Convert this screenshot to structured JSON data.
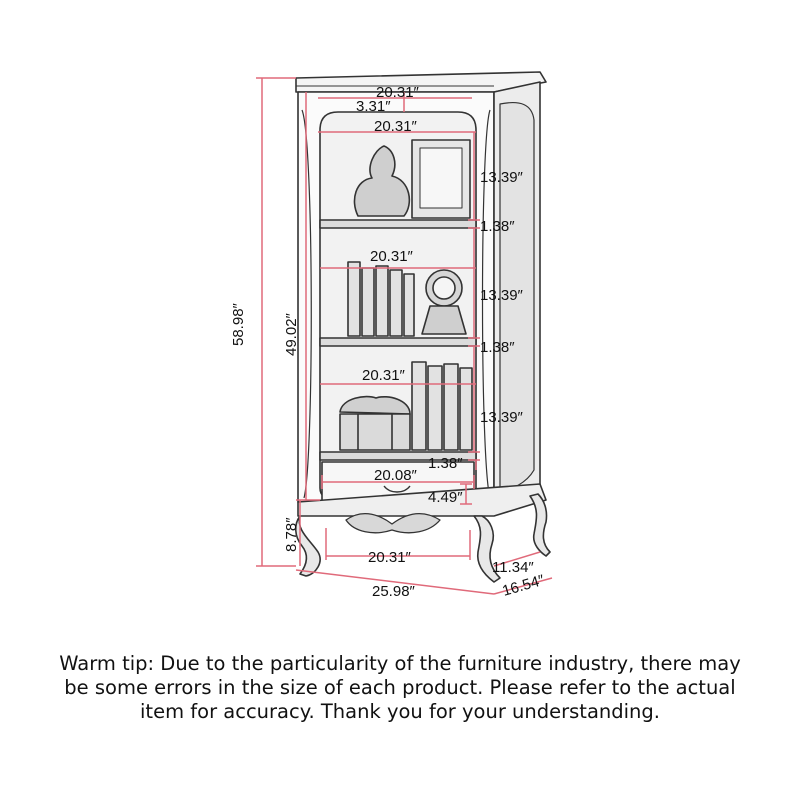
{
  "dimensions": {
    "top_width": "20.31″",
    "crown_height": "3.31″",
    "crown_inner_width": "20.31″",
    "shelf_gap_1": "13.39″",
    "shelf_thickness_1": "1.38″",
    "shelf_width_2": "20.31″",
    "shelf_gap_2": "13.39″",
    "shelf_thickness_2": "1.38″",
    "shelf_width_3": "20.31″",
    "shelf_gap_3": "13.39″",
    "shelf_thickness_3": "1.38″",
    "drawer_width": "20.08″",
    "drawer_height": "4.49″",
    "total_height": "58.98″",
    "inner_height": "49.02″",
    "leg_height": "8.78″",
    "base_inner_width": "20.31″",
    "total_width": "25.98″",
    "inner_depth": "11.34″",
    "total_depth": "16.54″"
  },
  "warm_tip": {
    "line1": "Warm tip: Due to the particularity of the furniture industry, there may",
    "line2": "be some errors in the size of each product. Please refer to the actual",
    "line3": "item for accuracy. Thank you for your understanding."
  },
  "colors": {
    "dimension_line": "#e06a7a",
    "furniture_line": "#333333",
    "text": "#111111"
  }
}
